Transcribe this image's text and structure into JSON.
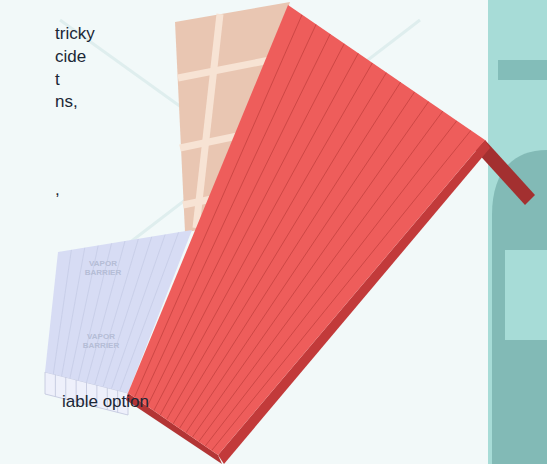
{
  "diagram": {
    "labels": [
      "tricky",
      "cide",
      "t",
      "ns,",
      ",",
      "iable option",
      "VAPOR BARRIER",
      "VAPOR BARRIER"
    ]
  }
}
